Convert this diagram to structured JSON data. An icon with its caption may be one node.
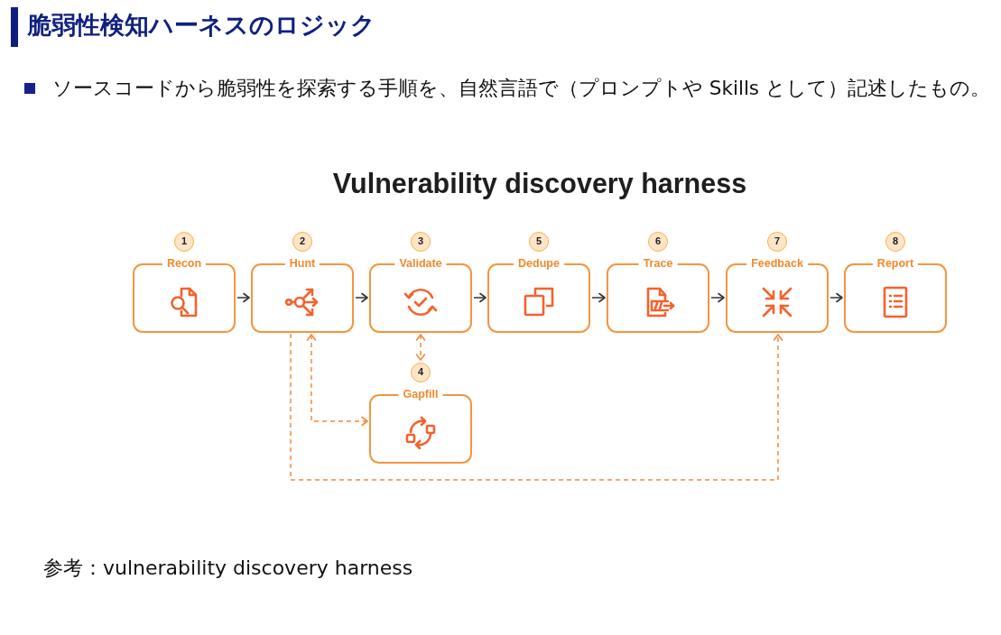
{
  "diagram": {
    "title": "脆弱性検知ハーネスのロジック",
    "nodes": [
      {
        "text": [
          "Recon"
        ],
        "beside": [
          "1"
        ]
      },
      {
        "text": [
          "Hunt"
        ],
        "beside": [
          "2"
        ]
      },
      {
        "text": [
          "Validate"
        ],
        "beside": [
          "3"
        ]
      },
      {
        "text": [
          "Dedupe"
        ],
        "beside": [
          "5"
        ]
      },
      {
        "text": [
          "Trace"
        ],
        "beside": [
          "6"
        ]
      },
      {
        "text": [
          "Feedback"
        ],
        "beside": [
          "7"
        ]
      },
      {
        "text": [
          "Report"
        ],
        "beside": [
          "8"
        ]
      },
      {
        "text": [
          "Gapfill"
        ],
        "beside": [
          "4"
        ]
      }
    ],
    "edges": [
      {
        "from": 0,
        "to": 1,
        "arrow": "to"
      },
      {
        "from": 1,
        "to": 2,
        "arrow": "to"
      },
      {
        "from": 2,
        "to": 3,
        "arrow": "to"
      },
      {
        "from": 3,
        "to": 4,
        "arrow": "to"
      },
      {
        "from": 4,
        "to": 5,
        "arrow": "to"
      },
      {
        "from": 5,
        "to": 6,
        "arrow": "to"
      },
      {
        "from": 2,
        "to": 7,
        "arrow": "both",
        "style": "dashed",
        "color": "#f38a3a"
      },
      {
        "from": 1,
        "to": 7,
        "arrow": "both",
        "style": "dashed",
        "color": "#f38a3a"
      },
      {
        "from": 1,
        "to": 5,
        "arrow": "to",
        "style": "dashed",
        "color": "#f38a3a"
      }
    ],
    "labels": [
      "ソースコードから脆弱性を探索する手順を、自然言語で（プロンプトや Skills として）記述したもの。",
      "Vulnerability discovery harness",
      "参考：vulnerability discovery harness"
    ]
  }
}
